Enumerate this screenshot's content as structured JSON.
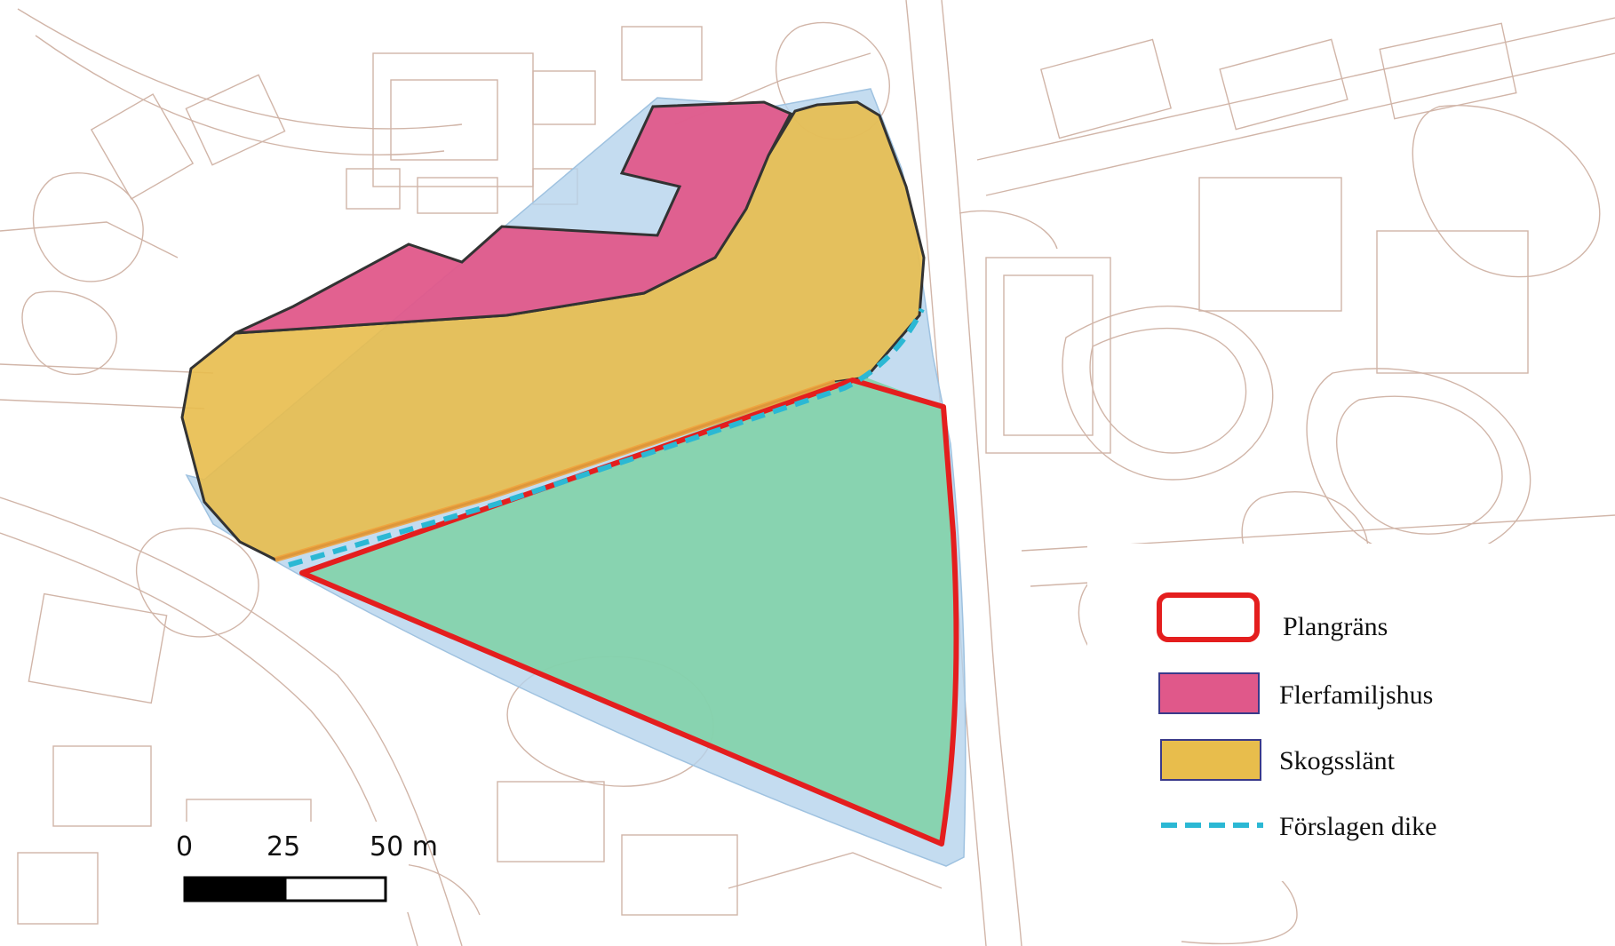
{
  "legend": {
    "items": [
      {
        "label": "Plangräns",
        "symbol": "outline",
        "color": "#e41e1e"
      },
      {
        "label": "Flerfamiljshus",
        "symbol": "fill",
        "color": "#e0588a",
        "stroke": "#3a3a8a"
      },
      {
        "label": "Skogsslänt",
        "symbol": "fill",
        "color": "#e8bd4c",
        "stroke": "#3a3a8a"
      },
      {
        "label": "Förslagen dike",
        "symbol": "dashed",
        "color": "#2bb8d4"
      }
    ]
  },
  "scale_bar": {
    "labels": [
      "0",
      "25",
      "50 m"
    ]
  },
  "areas": {
    "flerfamiljshus_color": "#e0588a",
    "skogsslant_color": "#e8bd4c",
    "plan_area_color": "#7fd1a6",
    "buffer_color": "#b5d3ec",
    "plangrans_color": "#e41e1e",
    "dike_color": "#2bb8d4"
  },
  "basemap": {
    "line_color": "#c9a99a"
  }
}
